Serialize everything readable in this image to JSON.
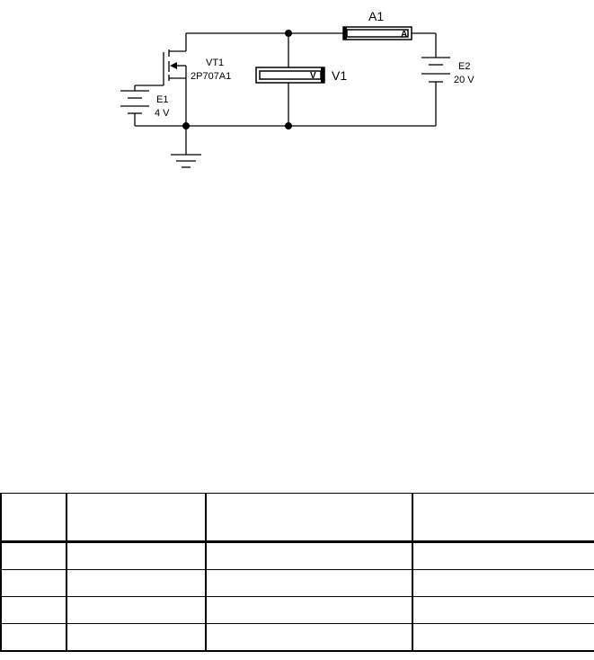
{
  "circuit": {
    "ammeter_label": "A1",
    "ammeter_glyph": "A",
    "voltmeter_label": "V1",
    "voltmeter_glyph": "V",
    "transistor_ref": "VT1",
    "transistor_model": "2P707A1",
    "source1_ref": "E1",
    "source1_value": "4 V",
    "source2_ref": "E2",
    "source2_value": "20 V"
  },
  "table": {
    "columns": 4,
    "header": [
      "",
      "",
      "",
      ""
    ],
    "rows": [
      [
        "",
        "",
        "",
        ""
      ],
      [
        "",
        "",
        "",
        ""
      ],
      [
        "",
        "",
        "",
        ""
      ],
      [
        "",
        "",
        "",
        ""
      ]
    ]
  }
}
